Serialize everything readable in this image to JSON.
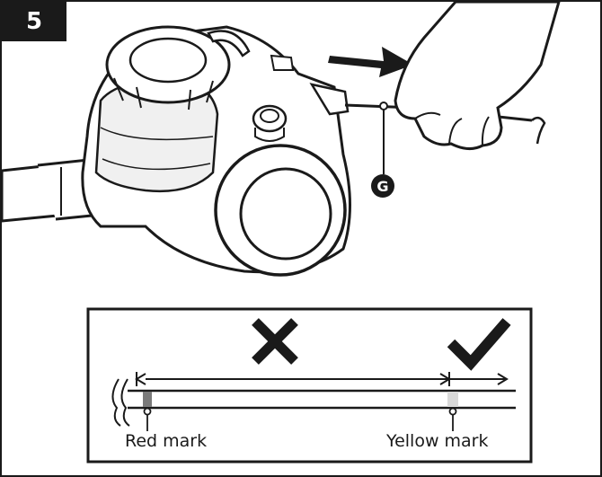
{
  "step": {
    "number": "5"
  },
  "callouts": {
    "cord": "G"
  },
  "marks": {
    "red_label": "Red mark",
    "yellow_label": "Yellow mark",
    "red_color": "#7a7a7a",
    "yellow_color": "#d9d9d9"
  },
  "indicators": {
    "wrong": "cross-icon",
    "correct": "checkmark-icon"
  },
  "colors": {
    "ink": "#1a1a1a",
    "background": "#ffffff"
  }
}
